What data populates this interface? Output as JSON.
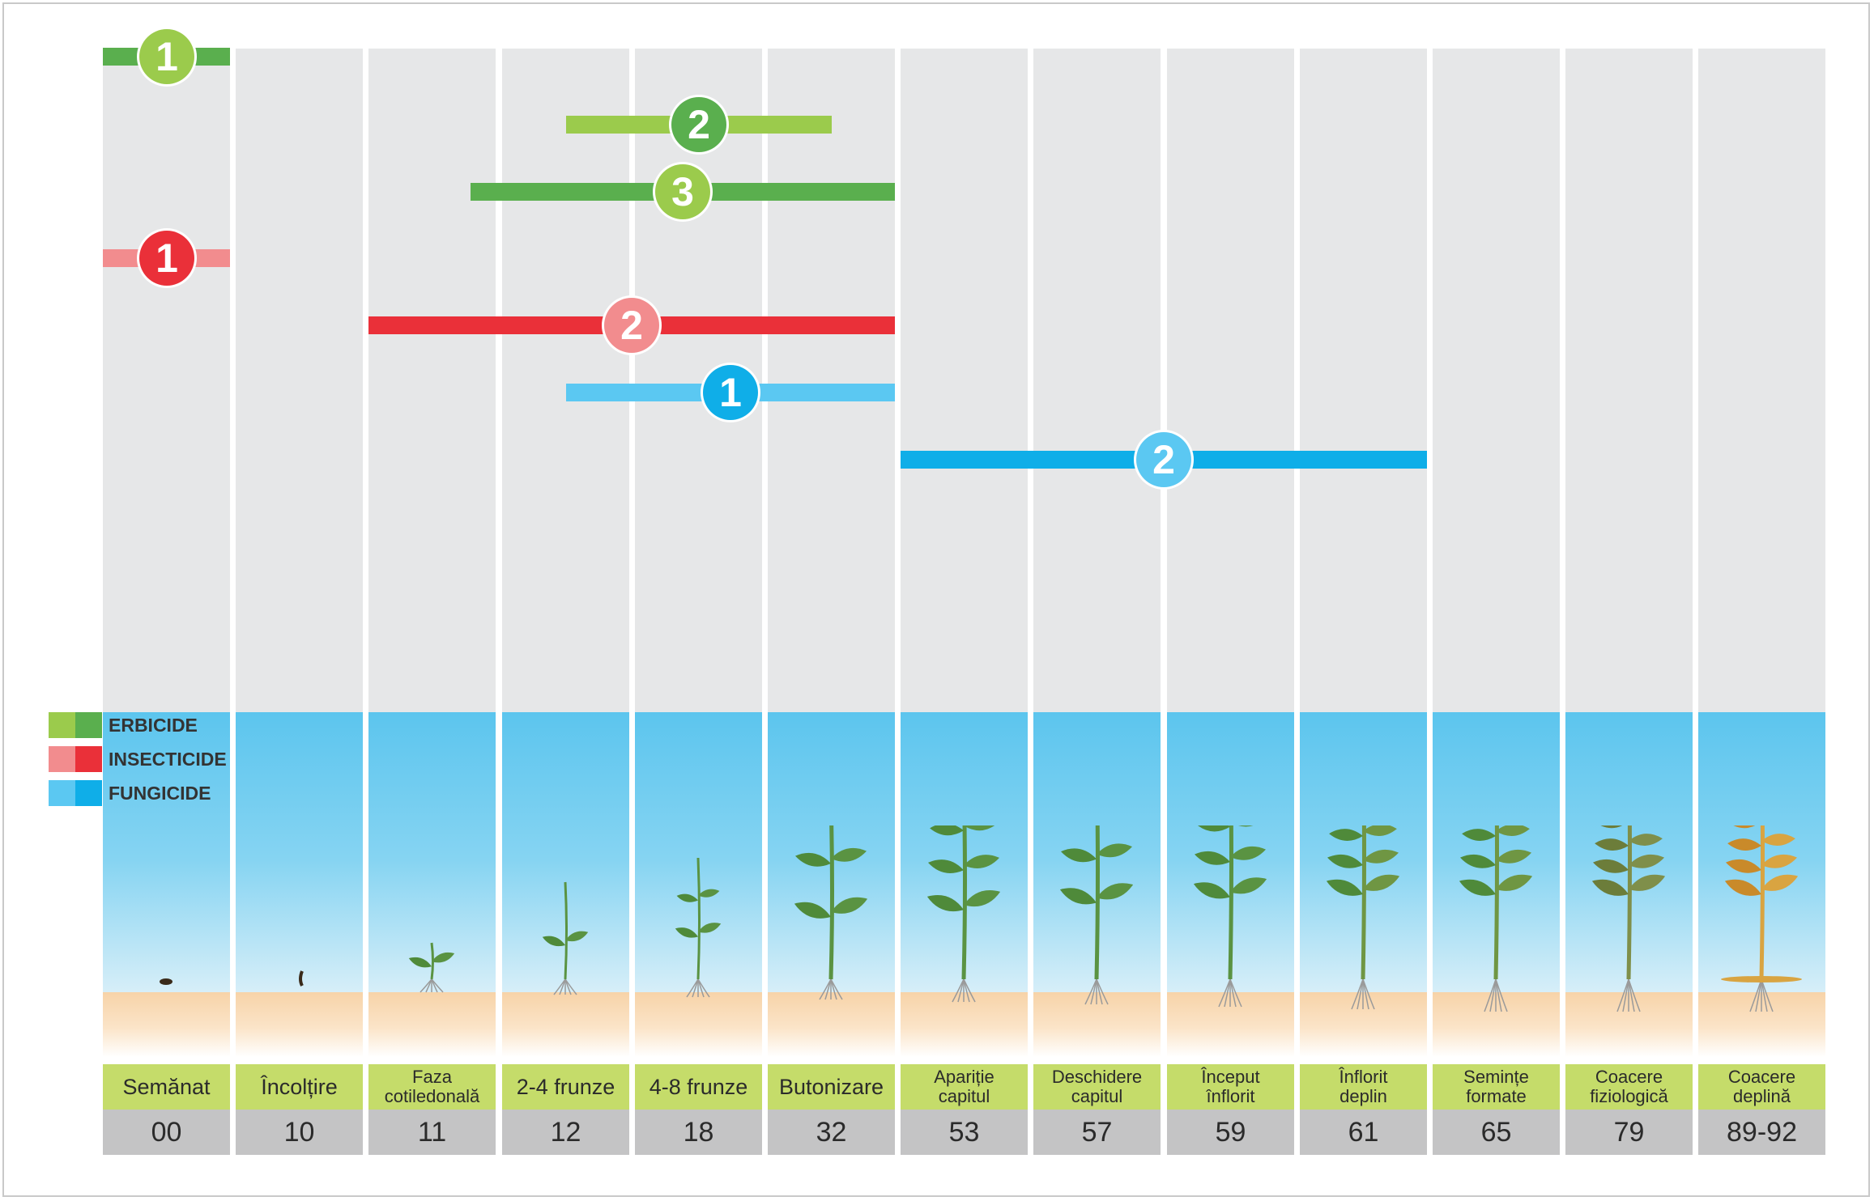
{
  "legend": [
    {
      "label": "ERBICIDE",
      "light": "#9bcb4c",
      "dark": "#5aaf4e"
    },
    {
      "label": "INSECTICIDE",
      "light": "#f28c8e",
      "dark": "#ea3039"
    },
    {
      "label": "FUNGICIDE",
      "light": "#5bc8f2",
      "dark": "#0faee8"
    }
  ],
  "stages": [
    {
      "name": "Semănat",
      "code": "00"
    },
    {
      "name": "Încolțire",
      "code": "10"
    },
    {
      "name": "Faza\ncotiledonală",
      "code": "11"
    },
    {
      "name": "2-4 frunze",
      "code": "12"
    },
    {
      "name": "4-8 frunze",
      "code": "18"
    },
    {
      "name": "Butonizare",
      "code": "32"
    },
    {
      "name": "Apariție\ncapitul",
      "code": "53"
    },
    {
      "name": "Deschidere\ncapitul",
      "code": "57"
    },
    {
      "name": "Început\nînflorit",
      "code": "59"
    },
    {
      "name": "Înflorit\ndeplin",
      "code": "61"
    },
    {
      "name": "Semințe\nformate",
      "code": "65"
    },
    {
      "name": "Coacere\nfiziologică",
      "code": "79"
    },
    {
      "name": "Coacere\ndeplină",
      "code": "89-92"
    }
  ],
  "treatments": [
    {
      "category": "ERBICIDE",
      "number": "1",
      "from_code": "00",
      "to_code": "00",
      "bar_color": "#5aaf4e",
      "badge_color": "#9bcb4c"
    },
    {
      "category": "ERBICIDE",
      "number": "2",
      "from_code": "12",
      "to_code": "32",
      "bar_color": "#9bcb4c",
      "badge_color": "#5aaf4e"
    },
    {
      "category": "ERBICIDE",
      "number": "3",
      "from_code": "11",
      "to_code": "32",
      "bar_color": "#5aaf4e",
      "badge_color": "#9bcb4c"
    },
    {
      "category": "INSECTICIDE",
      "number": "1",
      "from_code": "00",
      "to_code": "00",
      "bar_color": "#f28c8e",
      "badge_color": "#ea3039"
    },
    {
      "category": "INSECTICIDE",
      "number": "2",
      "from_code": "11",
      "to_code": "32",
      "bar_color": "#ea3039",
      "badge_color": "#f28c8e"
    },
    {
      "category": "FUNGICIDE",
      "number": "1",
      "from_code": "12",
      "to_code": "32",
      "bar_color": "#5bc8f2",
      "badge_color": "#0faee8"
    },
    {
      "category": "FUNGICIDE",
      "number": "2",
      "from_code": "53",
      "to_code": "61",
      "bar_color": "#0faee8",
      "badge_color": "#5bc8f2"
    }
  ]
}
